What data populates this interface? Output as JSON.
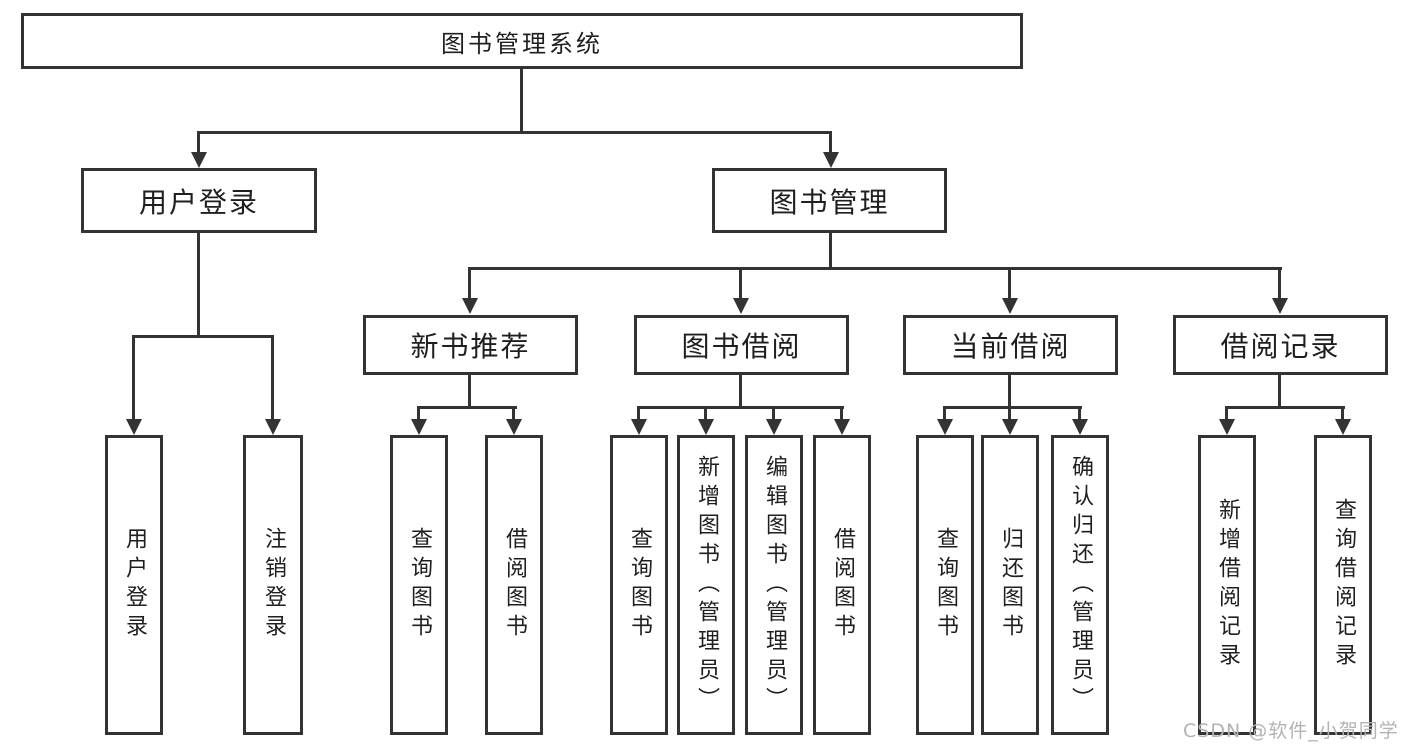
{
  "tree": {
    "root": "图书管理系统",
    "branches": [
      {
        "label": "用户登录",
        "children": [
          "用户登录",
          "注销登录"
        ]
      },
      {
        "label": "图书管理",
        "children": [
          {
            "label": "新书推荐",
            "children": [
              "查询图书",
              "借阅图书"
            ]
          },
          {
            "label": "图书借阅",
            "children": [
              "查询图书",
              "新增图书（管理员）",
              "编辑图书（管理员）",
              "借阅图书"
            ]
          },
          {
            "label": "当前借阅",
            "children": [
              "查询图书",
              "归还图书",
              "确认归还（管理员）"
            ]
          },
          {
            "label": "借阅记录",
            "children": [
              "新增借阅记录",
              "查询借阅记录"
            ]
          }
        ]
      }
    ]
  },
  "watermark": "CSDN @软件_小贺同学",
  "colors": {
    "line": "#333333",
    "text": "#1f1f1f",
    "watermark": "#b3b3b3",
    "background": "#ffffff"
  }
}
